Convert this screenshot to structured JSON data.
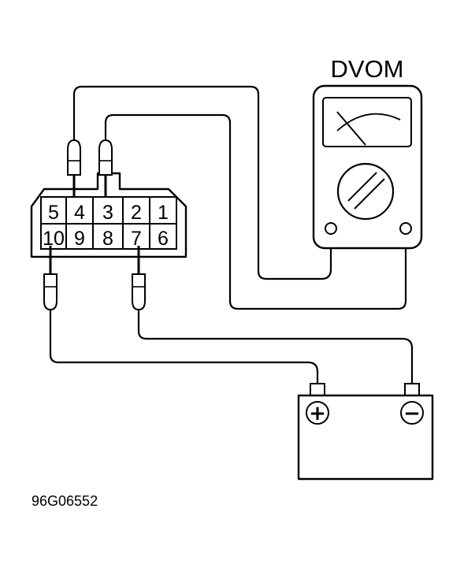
{
  "meter": {
    "label": "DVOM"
  },
  "connector": {
    "pins_top": [
      "5",
      "4",
      "3",
      "2",
      "1"
    ],
    "pins_bottom": [
      "10",
      "9",
      "8",
      "7",
      "6"
    ]
  },
  "battery": {
    "positive_symbol": "+",
    "negative_symbol": "−"
  },
  "figure_code": "96G06552"
}
